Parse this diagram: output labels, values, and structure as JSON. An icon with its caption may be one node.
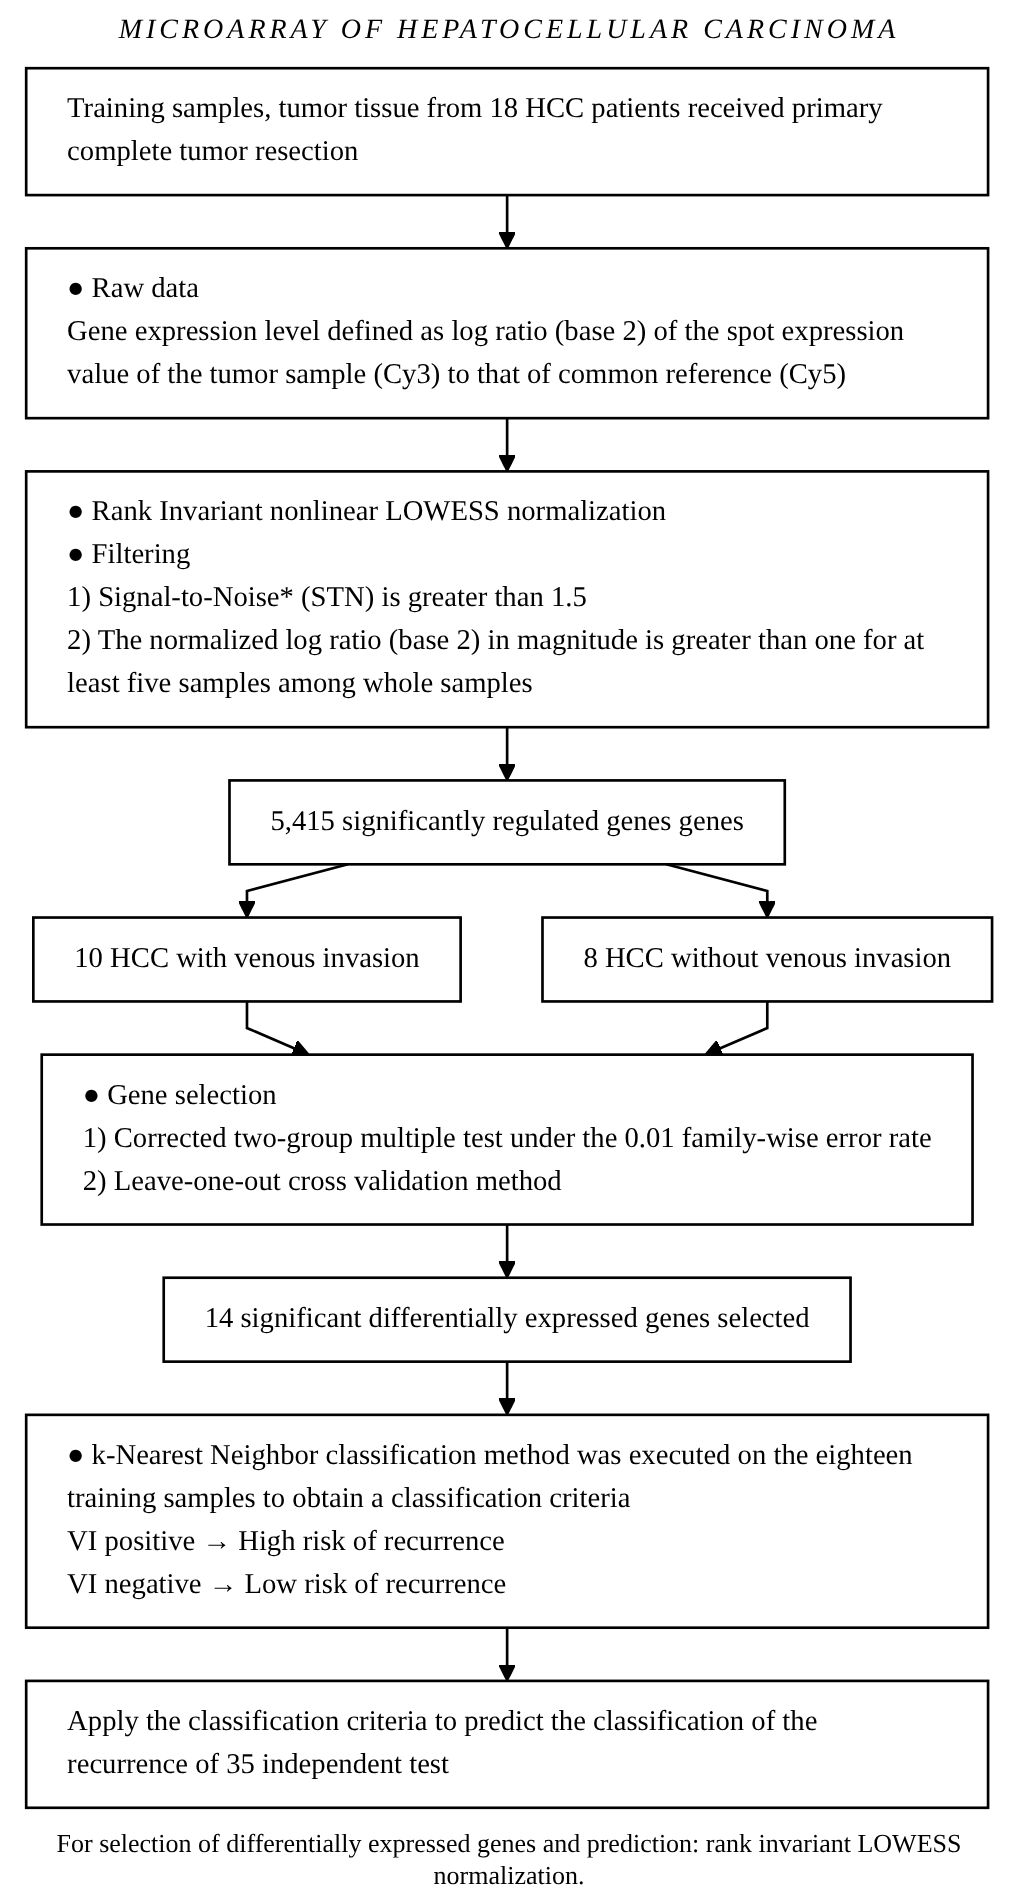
{
  "diagram": {
    "title": "MICROARRAY OF HEPATOCELLULAR CARCINOMA",
    "caption": "For selection of differentially expressed genes and prediction: rank invariant LOWESS normalization.",
    "nodes": [
      {
        "text": [
          "Training samples, tumor tissue from 18 HCC patients received primary complete tumor resection"
        ]
      },
      {
        "text": [
          "● Raw data",
          "Gene expression level defined as log ratio (base 2) of the spot expression value of the tumor sample (Cy3) to that of common reference (Cy5)"
        ]
      },
      {
        "text": [
          "● Rank Invariant nonlinear LOWESS normalization",
          "● Filtering",
          "1) Signal-to-Noise* (STN) is greater than 1.5",
          "2) The normalized log ratio (base 2) in magnitude is greater than one for at least five samples among whole samples"
        ]
      },
      {
        "text": [
          "5,415 significantly regulated genes genes"
        ]
      },
      {
        "text": [
          "10 HCC with venous invasion"
        ]
      },
      {
        "text": [
          "8 HCC without venous invasion"
        ]
      },
      {
        "text": [
          "● Gene selection",
          "1) Corrected two-group multiple test under the 0.01 family-wise error rate",
          "2) Leave-one-out cross validation method"
        ]
      },
      {
        "text": [
          "14 significant differentially expressed genes selected"
        ]
      },
      {
        "text": [
          "● k-Nearest Neighbor classification method was executed on the eighteen training samples to obtain a classification criteria",
          "VI positive → High risk of recurrence",
          "VI negative → Low risk of recurrence"
        ]
      },
      {
        "text": [
          "Apply the classification criteria to predict the classification of the recurrence of 35 independent test"
        ]
      }
    ],
    "edges": [
      {
        "from": 0,
        "to": 1,
        "arrow": "to"
      },
      {
        "from": 1,
        "to": 2,
        "arrow": "to"
      },
      {
        "from": 2,
        "to": 3,
        "arrow": "to"
      },
      {
        "from": 3,
        "to": 4,
        "arrow": "to"
      },
      {
        "from": 3,
        "to": 5,
        "arrow": "to"
      },
      {
        "from": 4,
        "to": 6,
        "arrow": "to"
      },
      {
        "from": 5,
        "to": 6,
        "arrow": "to"
      },
      {
        "from": 6,
        "to": 7,
        "arrow": "to"
      },
      {
        "from": 7,
        "to": 8,
        "arrow": "to"
      },
      {
        "from": 8,
        "to": 9,
        "arrow": "to"
      }
    ]
  }
}
